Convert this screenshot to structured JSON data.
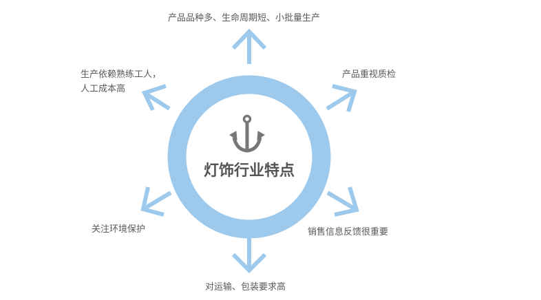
{
  "center": {
    "title": "灯饰行业特点",
    "icon": "anchor-icon"
  },
  "colors": {
    "ring": "#9dc9ec",
    "arrow": "#9dc9ec",
    "text": "#595959",
    "icon": "#777777"
  },
  "features": {
    "top": "产品品种多、生命周期短、小批量生产",
    "upper_left_line1": "生产依赖熟练工人，",
    "upper_left_line2": "人工成本高",
    "upper_right": "产品重视质检",
    "lower_left": "关注环境保护",
    "lower_right": "销售信息反馈很重要",
    "bottom": "对运输、包装要求高"
  }
}
